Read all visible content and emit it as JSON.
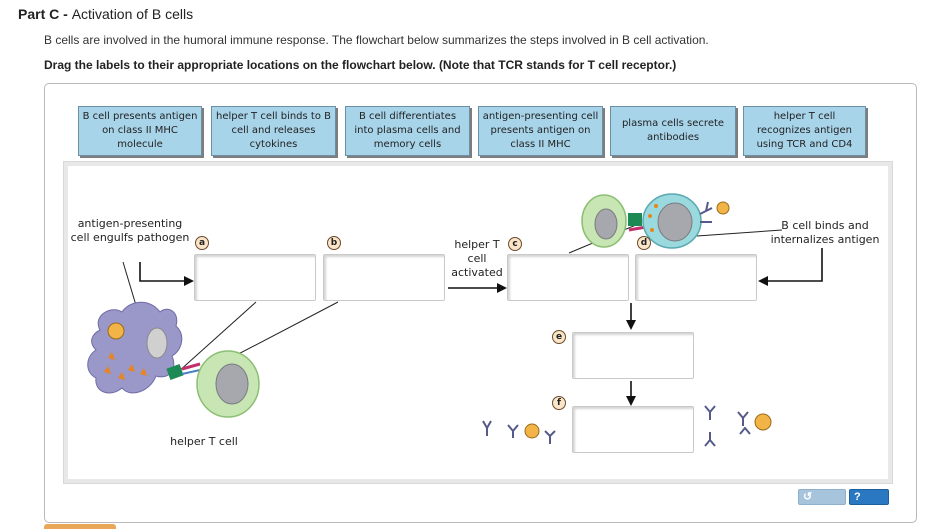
{
  "header": {
    "part_label": "Part C",
    "separator": " - ",
    "part_title": "Activation of B cells"
  },
  "intro_text": "B cells are involved in the humoral immune response. The flowchart below summarizes the steps involved in B cell activation.",
  "instructions_text": "Drag the labels to their appropriate locations on the flowchart below. (Note that TCR stands for T cell receptor.)",
  "labels": [
    "B cell presents antigen on class II MHC molecule",
    "helper T cell binds to B cell and releases cytokines",
    "B cell differentiates into plasma cells and memory cells",
    "antigen-presenting cell presents antigen on class II MHC",
    "plasma cells secrete antibodies",
    "helper T cell recognizes antigen using TCR and CD4"
  ],
  "markers": [
    "a",
    "b",
    "c",
    "d",
    "e",
    "f"
  ],
  "captions": {
    "apc_engulfs": "antigen-presenting cell engulfs pathogen",
    "helper_activated": "helper T cell activated",
    "b_cell_binds": "B cell binds and internalizes antigen",
    "helper_t_cell": "helper T cell"
  },
  "buttons": {
    "reset": "reset",
    "help": "help"
  },
  "icons": {
    "reset": "undo-arrow-icon",
    "help": "question-icon"
  },
  "colors": {
    "label_bg": "#a8d4ea",
    "marker_bg": "#fbe5c8",
    "help_bg": "#2a78c2",
    "reset_bg": "#a7c4dd"
  }
}
